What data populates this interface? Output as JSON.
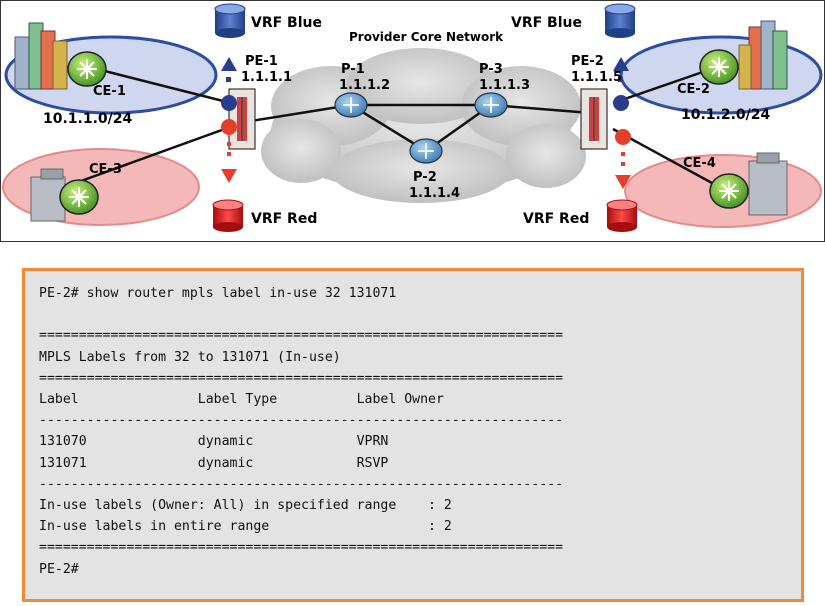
{
  "diagram": {
    "core_label": "Provider Core Network",
    "vrf_blue_left": "VRF Blue",
    "vrf_blue_right": "VRF Blue",
    "vrf_red_left": "VRF Red",
    "vrf_red_right": "VRF Red",
    "pe1": {
      "name": "PE-1",
      "ip": "1.1.1.1"
    },
    "pe2": {
      "name": "PE-2",
      "ip": "1.1.1.5"
    },
    "p1": {
      "name": "P-1",
      "ip": "1.1.1.2"
    },
    "p2": {
      "name": "P-2",
      "ip": "1.1.1.4"
    },
    "p3": {
      "name": "P-3",
      "ip": "1.1.1.3"
    },
    "ce1": {
      "name": "CE-1",
      "subnet": "10.1.1.0/24"
    },
    "ce2": {
      "name": "CE-2",
      "subnet": "10.1.2.0/24"
    },
    "ce3": {
      "name": "CE-3"
    },
    "ce4": {
      "name": "CE-4"
    },
    "colors": {
      "blue_vrf": "#2b4ea0",
      "red_vrf": "#e02020",
      "blue_ellipse": "#cfd6ef",
      "red_ellipse": "#f4b8b8",
      "cloud": "#d2d2d2",
      "router": "#6aa6d6"
    }
  },
  "terminal": {
    "command": "PE-2# show router mpls label in-use 32 131071",
    "rule_double": "==================================================================",
    "rule_single": "------------------------------------------------------------------",
    "title": "MPLS Labels from 32 to 131071 (In-use)",
    "header": "Label               Label Type          Label Owner",
    "row1": "131070              dynamic             VPRN",
    "row2": "131071              dynamic             RSVP",
    "summary1": "In-use labels (Owner: All) in specified range    : 2",
    "summary2": "In-use labels in entire range                    : 2",
    "prompt": "PE-2#"
  }
}
